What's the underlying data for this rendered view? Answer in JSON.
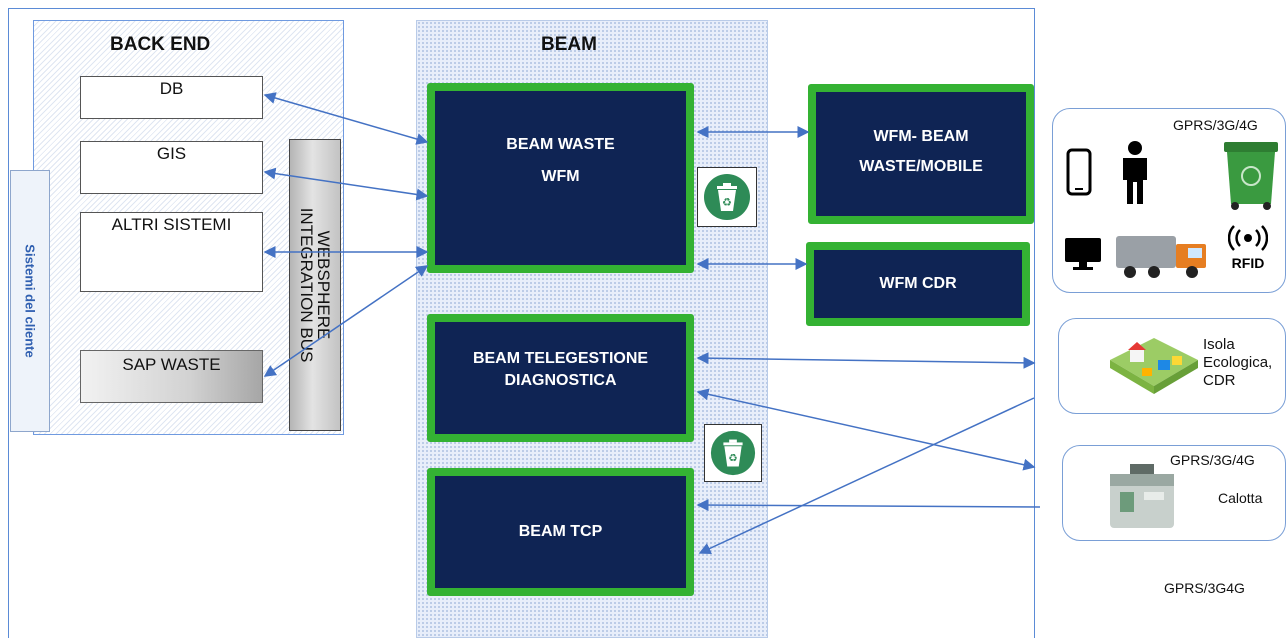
{
  "back_end": {
    "title": "BACK END",
    "systems": [
      "DB",
      "GIS",
      "ALTRI SISTEMI",
      "SAP WASTE"
    ],
    "bus_label": "WEBSPHERE\nINTEGRATION BUS"
  },
  "sistemi_label": "Sistemi del cliente",
  "beam": {
    "title": "BEAM",
    "waste_wfm": [
      "BEAM WASTE",
      "WFM"
    ],
    "telegestione": [
      "BEAM  TELEGESTIONE",
      "DIAGNOSTICA"
    ],
    "tcp": "BEAM TCP"
  },
  "wfm_mobile": [
    "WFM- BEAM",
    "WASTE/MOBILE"
  ],
  "wfm_cdr": "WFM CDR",
  "devices_panel": {
    "network": "GPRS/3G/4G",
    "rfid": "RFID",
    "icons": [
      "smartphone-icon",
      "person-icon",
      "waste-bin-icon",
      "monitor-icon",
      "garbage-truck-icon",
      "rfid-icon"
    ]
  },
  "isola_panel": {
    "label": [
      "Isola",
      "Ecologica,",
      "CDR"
    ]
  },
  "calotta_panel": {
    "network": "GPRS/3G/4G",
    "label": "Calotta"
  },
  "bottom_network": "GPRS/3G4G",
  "colors": {
    "green_border": "#34b233",
    "navy_fill": "#0f2454",
    "arrow_blue": "#4472c4"
  }
}
